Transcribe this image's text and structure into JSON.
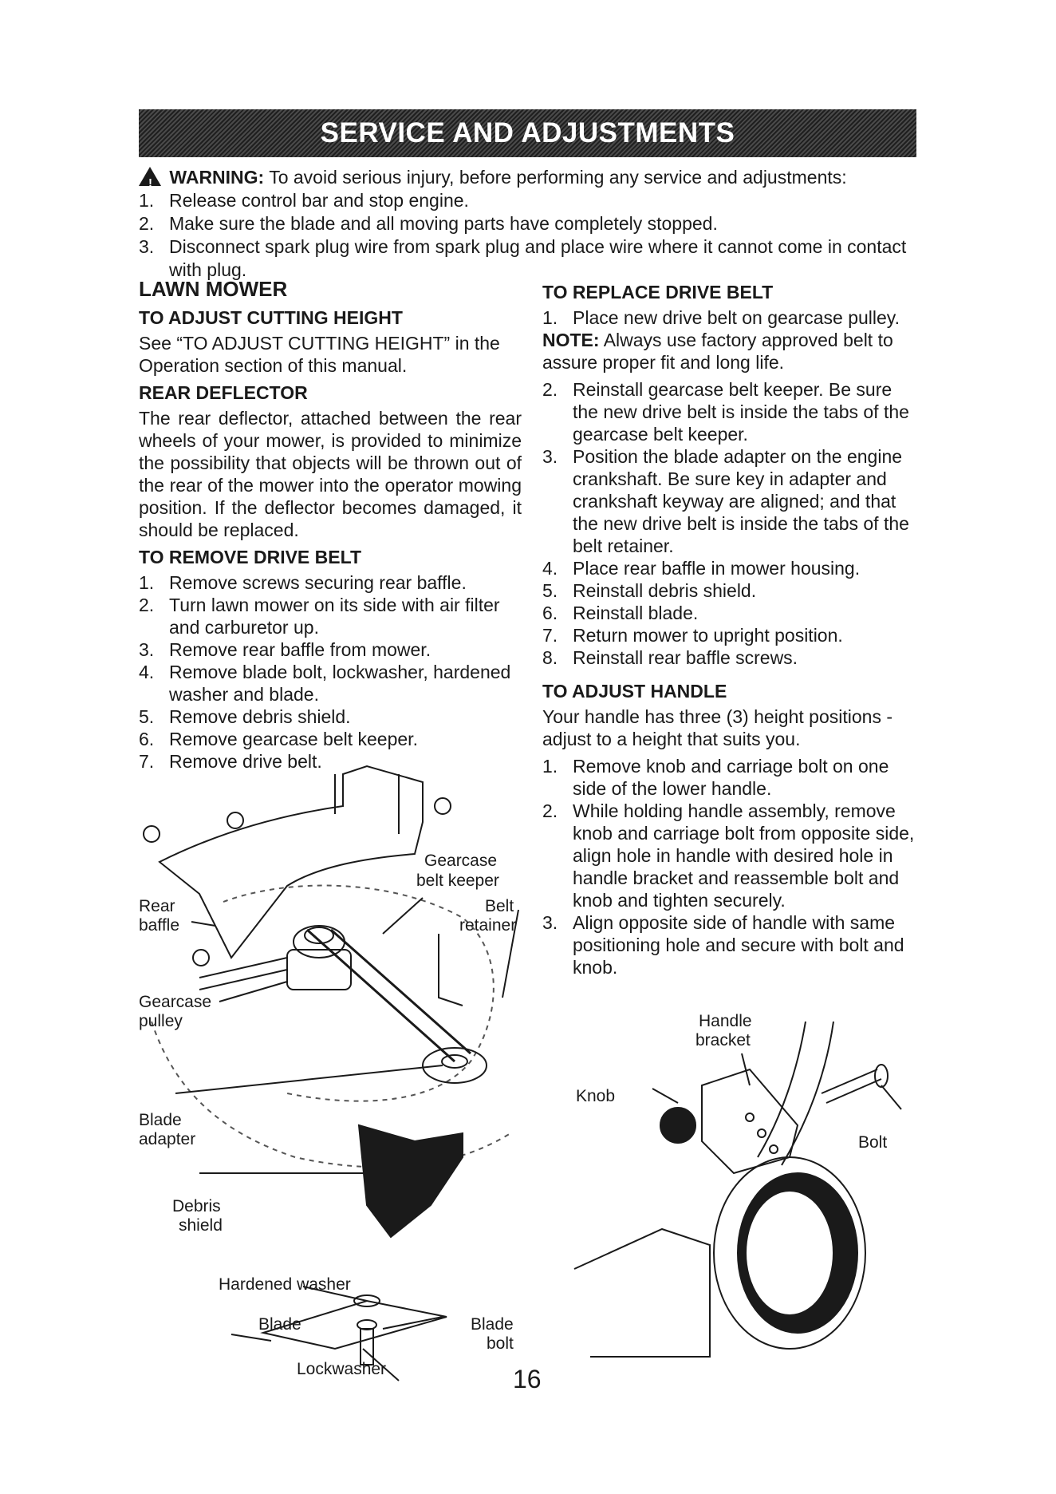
{
  "banner": {
    "title": "SERVICE AND ADJUSTMENTS"
  },
  "warning": {
    "icon": "warning-triangle-icon",
    "label": "WARNING:",
    "text": "To avoid serious injury, before performing any service and adjustments:",
    "steps": [
      "Release control bar and stop engine.",
      "Make sure the blade and all moving parts have completely stopped.",
      "Disconnect spark plug wire from spark plug and place wire where it cannot come in contact with plug."
    ]
  },
  "left": {
    "section_title": "LAWN MOWER",
    "cutting": {
      "heading": "TO ADJUST CUTTING HEIGHT",
      "text": "See “TO ADJUST CUTTING HEIGHT” in the Operation section of this manual."
    },
    "deflector": {
      "heading": "REAR DEFLECTOR",
      "text": "The rear deflector, attached between the rear wheels of your mower, is provided to minimize the possibility that objects will be thrown out of the rear of the mower into the operator mowing position. If the deflector becomes damaged, it should be replaced."
    },
    "remove_belt": {
      "heading": "TO REMOVE DRIVE BELT",
      "steps": [
        "Remove screws securing rear baffle.",
        "Turn lawn mower on its side with air filter and carburetor up.",
        "Remove rear baffle from mower.",
        "Remove blade bolt, lockwasher, hardened washer and blade.",
        "Remove debris shield.",
        "Remove gearcase belt keeper.",
        "Remove drive belt."
      ]
    },
    "figure_labels": {
      "gearcase_belt_keeper": [
        "Gearcase",
        "belt keeper"
      ],
      "rear_baffle": [
        "Rear",
        "baffle"
      ],
      "belt_retainer": [
        "Belt",
        "retainer"
      ],
      "gearcase_pulley": [
        "Gearcase",
        "pulley"
      ],
      "blade_adapter": [
        "Blade",
        "adapter"
      ],
      "debris_shield": [
        "Debris",
        "shield"
      ],
      "hardened_washer": "Hardened washer",
      "blade": "Blade",
      "blade_bolt": [
        "Blade",
        "bolt"
      ],
      "lockwasher": "Lockwasher"
    }
  },
  "right": {
    "replace_belt": {
      "heading": "TO REPLACE DRIVE BELT",
      "step1": "Place new drive belt on gearcase pulley.",
      "note_label": "NOTE:",
      "note_text": "Always use factory approved belt to assure proper fit and long life.",
      "steps": [
        "Reinstall gearcase belt keeper. Be sure the new drive belt is inside the tabs of the gearcase belt keeper.",
        "Position the blade adapter on the engine crankshaft. Be sure key in adapter and crankshaft keyway are aligned; and that the new drive belt is inside the tabs of the belt retainer.",
        "Place rear baffle in mower housing.",
        "Reinstall debris shield.",
        "Reinstall blade.",
        "Return mower to upright position.",
        "Reinstall rear baffle screws."
      ]
    },
    "handle": {
      "heading": "TO ADJUST HANDLE",
      "intro": "Your handle has three (3) height positions - adjust to a height that suits you.",
      "steps": [
        "Remove knob and carriage bolt on one side of the lower handle.",
        "While holding handle assembly, remove knob and carriage bolt from opposite side, align hole in handle with desired hole in handle bracket and reassemble bolt and knob and tighten securely.",
        "Align opposite side of handle with same positioning hole and secure with bolt and knob."
      ]
    },
    "figure_labels": {
      "handle_bracket": [
        "Handle",
        "bracket"
      ],
      "knob": "Knob",
      "bolt": "Bolt"
    }
  },
  "page_number": "16"
}
